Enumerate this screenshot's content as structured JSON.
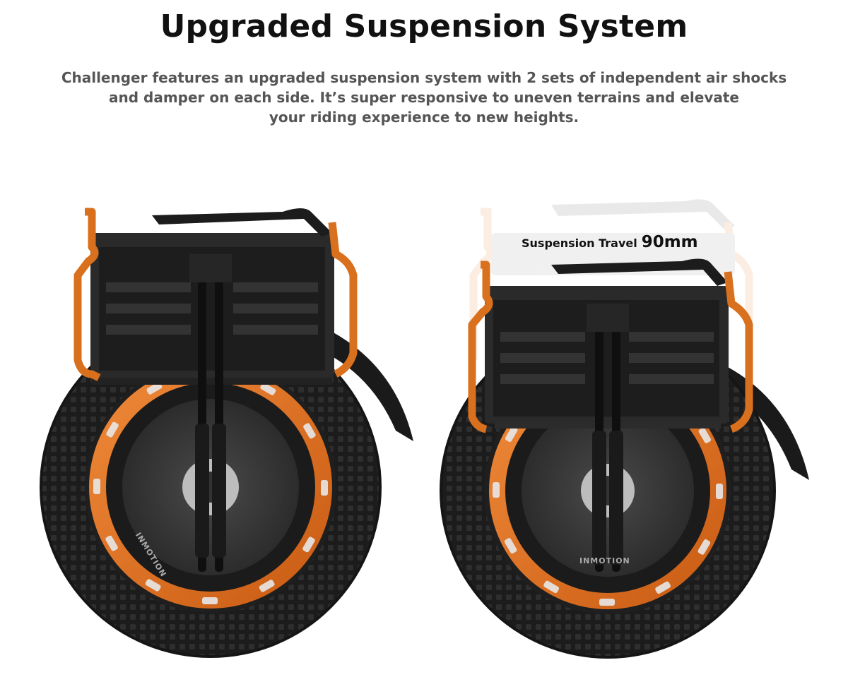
{
  "heading": "Upgraded Suspension System",
  "description": {
    "line1": "Challenger features an upgraded suspension system with 2 sets of independent air shocks",
    "line2": "and damper on each side. It’s super responsive to uneven terrains and elevate",
    "line3": "your riding experience to new heights."
  },
  "annotation": {
    "label": "Suspension Travel",
    "value": "90mm"
  },
  "brand_text": "INMOTION",
  "colors": {
    "accent": "#e0701c",
    "tire": "#1c1c1c",
    "body": "#2a2a2a",
    "text_dark": "#111111",
    "text_gray": "#555555"
  }
}
